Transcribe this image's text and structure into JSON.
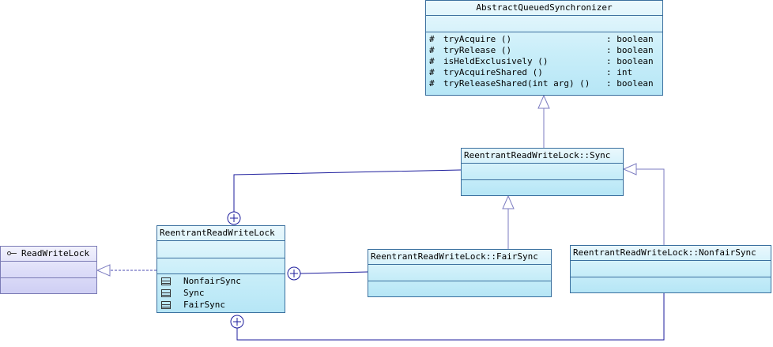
{
  "classes": {
    "aqs": {
      "title": "AbstractQueuedSynchronizer",
      "operations": [
        {
          "visibility": "#",
          "name": "tryAcquire ()",
          "type": ": boolean"
        },
        {
          "visibility": "#",
          "name": "tryRelease ()",
          "type": ": boolean"
        },
        {
          "visibility": "#",
          "name": "isHeldExclusively ()",
          "type": ": boolean"
        },
        {
          "visibility": "#",
          "name": "tryAcquireShared ()",
          "type": ": int"
        },
        {
          "visibility": "#",
          "name": "tryReleaseShared(int arg) ()",
          "type": ": boolean"
        }
      ]
    },
    "sync": {
      "title": "ReentrantReadWriteLock::Sync"
    },
    "rrwl": {
      "title": "ReentrantReadWriteLock",
      "inner_classes": [
        "NonfairSync",
        "Sync",
        "FairSync"
      ]
    },
    "fair": {
      "title": "ReentrantReadWriteLock::FairSync"
    },
    "nonfair": {
      "title": "ReentrantReadWriteLock::NonfairSync"
    },
    "rwl": {
      "title": "ReadWriteLock"
    }
  },
  "colors": {
    "generalization": "#7b7bc0",
    "nesting": "#1c1c9c",
    "realization": "#4a4ab0"
  }
}
